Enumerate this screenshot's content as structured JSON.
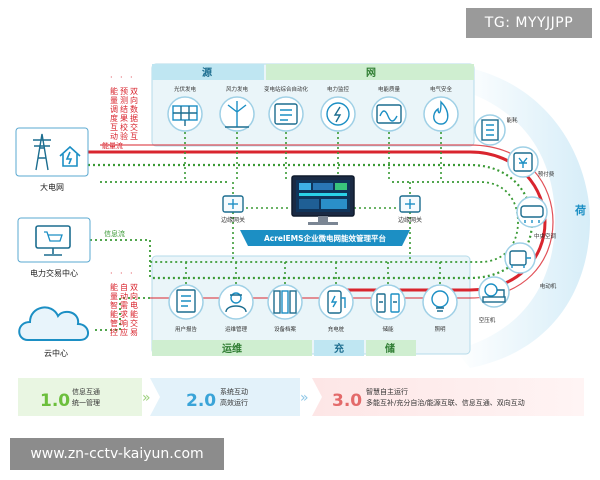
{
  "corner_tag": "TG: MYYJJPP",
  "watermark": "www.zn-cctv-kaiyun.com",
  "left_nodes": [
    {
      "label": "大电网",
      "icon": "power-tower-icon"
    },
    {
      "label": "电力交易中心",
      "icon": "monitor-cart-icon"
    },
    {
      "label": "云中心",
      "icon": "cloud-icon"
    }
  ],
  "vertical_notes": {
    "top": {
      "columns": [
        "能量调度互动",
        "预测结果校验",
        "双向数据交互"
      ]
    },
    "bottom": {
      "columns": [
        "能量智能管控",
        "自动需求响应",
        "双向电能交易"
      ]
    }
  },
  "flows": {
    "energy": "能量流",
    "info": "信息流"
  },
  "sections": {
    "source": "源",
    "grid": "网",
    "load": "荷",
    "ops": "运维",
    "charge": "充",
    "storage": "储"
  },
  "top_items": [
    {
      "label": "光伏发电",
      "icon": "solar-panel-icon"
    },
    {
      "label": "风力发电",
      "icon": "wind-turbine-icon"
    },
    {
      "label": "变电站综合自动化",
      "icon": "substation-icon"
    },
    {
      "label": "电力监控",
      "icon": "power-monitor-icon"
    },
    {
      "label": "电能质量",
      "icon": "power-quality-icon"
    },
    {
      "label": "电气安全",
      "icon": "fire-safety-icon"
    }
  ],
  "bottom_items": [
    {
      "label": "用户报告",
      "icon": "report-icon"
    },
    {
      "label": "运维管理",
      "icon": "engineer-icon"
    },
    {
      "label": "设备档案",
      "icon": "archive-icon"
    },
    {
      "label": "充电桩",
      "icon": "charger-icon"
    },
    {
      "label": "储能",
      "icon": "battery-icon"
    },
    {
      "label": "照明",
      "icon": "lightbulb-icon"
    }
  ],
  "load_items": [
    {
      "label": "能耗",
      "icon": "building-icon"
    },
    {
      "label": "预付费",
      "icon": "prepaid-icon"
    },
    {
      "label": "中央空调",
      "icon": "air-conditioner-icon"
    },
    {
      "label": "电动机",
      "icon": "motor-icon"
    },
    {
      "label": "空压机",
      "icon": "compressor-icon"
    }
  ],
  "gateways": [
    "边缘网关",
    "边缘网关"
  ],
  "platform": "AcrelEMS企业微电网能效管理平台",
  "stages": [
    {
      "num": "1.0",
      "lines": [
        "信息互通",
        "统一管理"
      ],
      "color": "#6cbf3c"
    },
    {
      "num": "2.0",
      "lines": [
        "系统互动",
        "高效运行"
      ],
      "color": "#3aa4d8"
    },
    {
      "num": "3.0",
      "lines": [
        "智慧自主运行",
        "多能互补/充分自治/能源互联、信息互通、双向互动"
      ],
      "color": "#e36a6a"
    }
  ],
  "colors": {
    "energy_line": "#d9252e",
    "info_line": "#3a9a35",
    "panel": "#e6f3f8",
    "panel_border": "#b6dbea",
    "source_head": "#bfe6f2",
    "grid_head": "#cfeed0",
    "accent_blue": "#1c8fc4"
  }
}
